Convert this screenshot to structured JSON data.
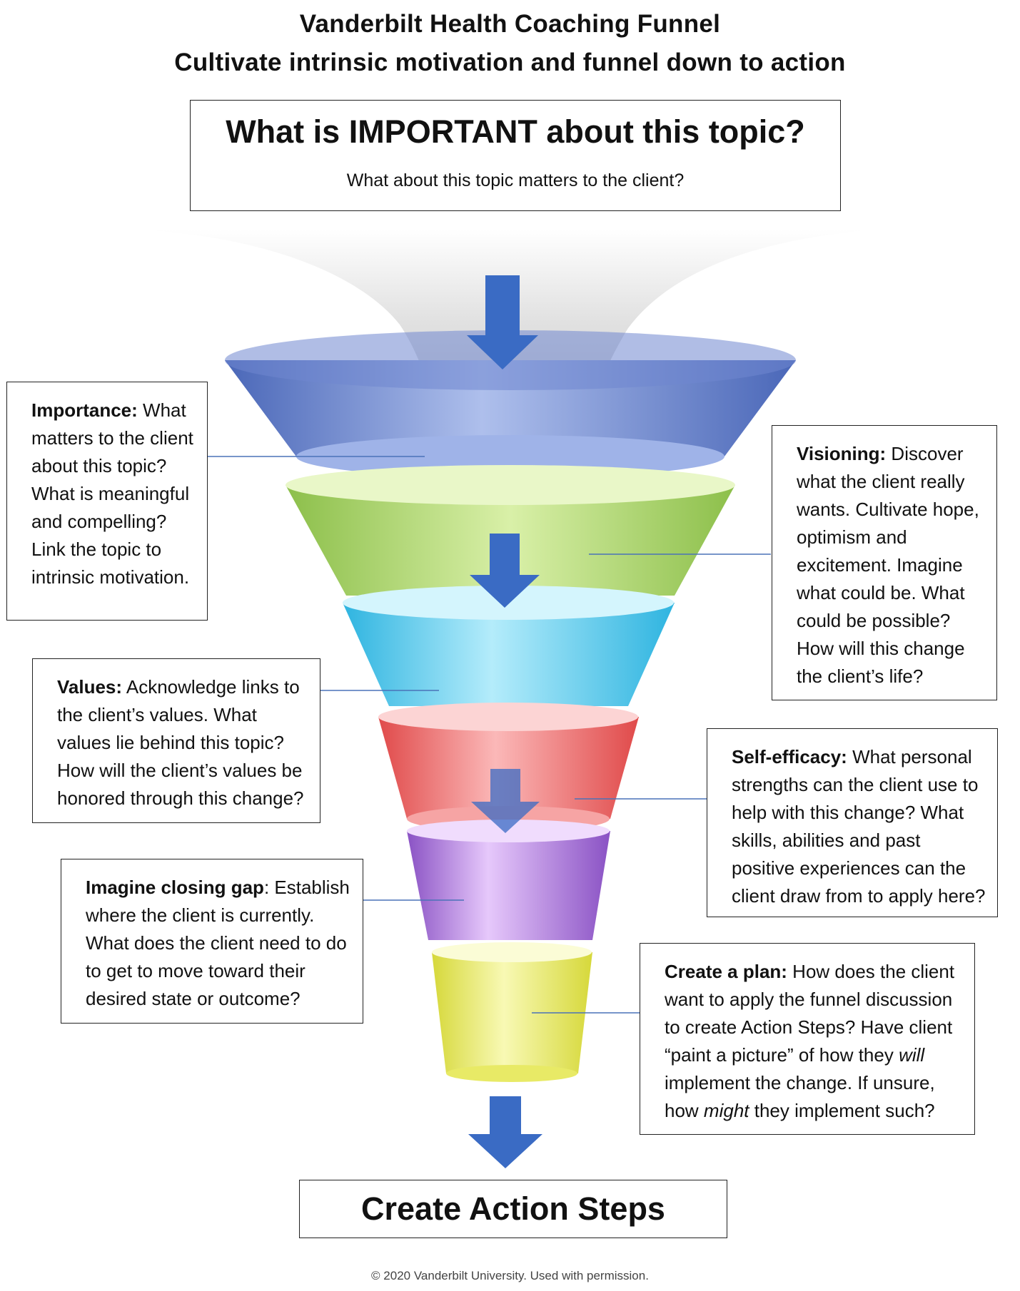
{
  "header": {
    "title": "Vanderbilt Health Coaching Funnel",
    "subtitle": "Cultivate intrinsic motivation and funnel down to action"
  },
  "top_box": {
    "question": "What is IMPORTANT about this topic?",
    "subquestion": "What about this topic matters to the client?"
  },
  "notes": {
    "importance": {
      "label": "Importance:",
      "text": " What matters to the client about this topic? What is meaningful and compelling? Link the topic to intrinsic motivation."
    },
    "visioning": {
      "label": "Visioning:",
      "text": " Discover what the client really wants. Cultivate hope, optimism and excitement. Imagine what could be. What could be possible? How will this change the client’s life?"
    },
    "values": {
      "label": "Values:",
      "text": " Acknowledge links to the client’s values. What values lie behind this topic? How will the client’s values be honored through this change?"
    },
    "self_efficacy": {
      "label": "Self-efficacy:",
      "text": " What personal strengths can the client use to help with this change? What skills, abilities and past positive experiences can the client draw from to apply here?"
    },
    "closing_gap": {
      "label": "Imagine closing gap",
      "text": ": Establish where the client is currently. What does the client need to do to get to move toward their desired state or outcome?"
    },
    "plan": {
      "label": "Create a plan:",
      "text1": " How does the client want to apply the funnel discussion to create Action Steps? Have client “paint a picture” of how they ",
      "em1": "will",
      "text2": " implement the change. If unsure, how ",
      "em2": "might",
      "text3": " they implement such?"
    }
  },
  "bottom_box": {
    "label": "Create Action Steps"
  },
  "footer": {
    "text": "© 2020 Vanderbilt University. Used with permission."
  },
  "colors": {
    "blue_segment": "#8ea5dc",
    "green_segment": "#bfe08a",
    "cyan_segment": "#7fd6f0",
    "red_segment": "#f28c8c",
    "purple_segment": "#b78fdc",
    "yellow_segment": "#eef07a",
    "arrow": "#3a6bc4"
  }
}
